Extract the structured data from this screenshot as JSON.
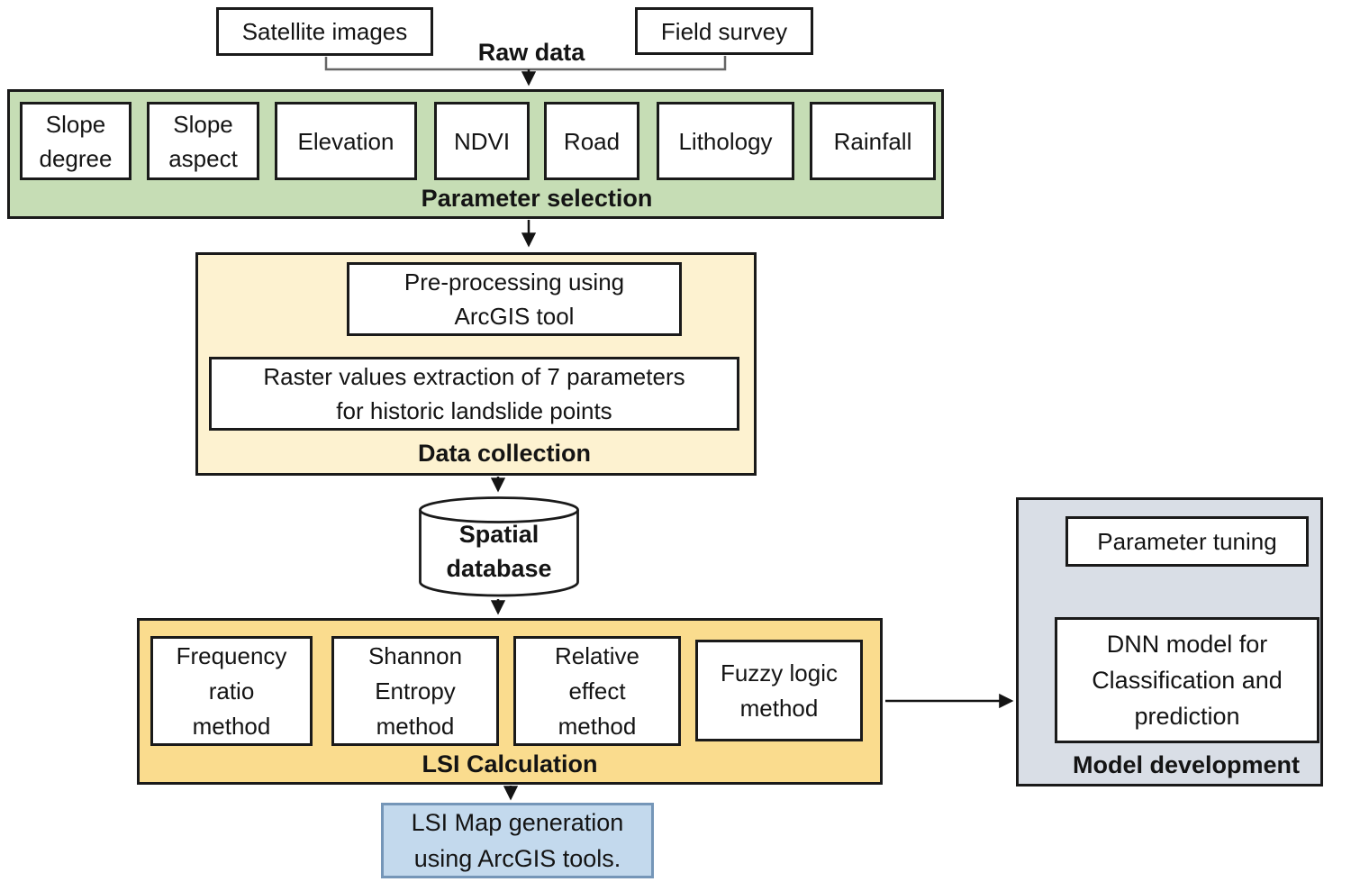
{
  "colors": {
    "green_fill": "#C6DDB5",
    "cream_fill": "#FDF2D0",
    "gold_fill": "#FADC8E",
    "gray_blue_fill": "#D9DEE6",
    "light_blue_fill": "#C3D9ED",
    "light_blue_border": "#7596B8",
    "box_border": "#1a1a1a",
    "connector_gray": "#666666"
  },
  "flow": {
    "raw_data": {
      "satellite_box": "Satellite images",
      "field_box": "Field survey",
      "label": "Raw data"
    },
    "parameter_selection": {
      "title": "Parameter selection",
      "parameters": [
        [
          "Slope",
          "degree"
        ],
        [
          "Slope",
          "aspect"
        ],
        "Elevation",
        "NDVI",
        "Road",
        "Lithology",
        "Rainfall"
      ]
    },
    "data_collection": {
      "title": "Data collection",
      "preprocessing": [
        "Pre-processing using",
        "ArcGIS tool"
      ],
      "raster_extraction": [
        "Raster values extraction of 7 parameters",
        "for historic landslide points"
      ]
    },
    "spatial_database": [
      "Spatial",
      "database"
    ],
    "lsi_calculation": {
      "title": "LSI Calculation",
      "methods": [
        [
          "Frequency",
          "ratio",
          "method"
        ],
        [
          "Shannon",
          "Entropy",
          "method"
        ],
        [
          "Relative",
          "effect",
          "method"
        ],
        [
          "Fuzzy logic",
          "method"
        ]
      ]
    },
    "lsi_map": [
      "LSI Map generation",
      "using ArcGIS tools."
    ],
    "model_development": {
      "title": "Model development",
      "parameter_tuning": "Parameter tuning",
      "dnn_model": [
        "DNN model for",
        "Classification and",
        "prediction"
      ]
    }
  }
}
